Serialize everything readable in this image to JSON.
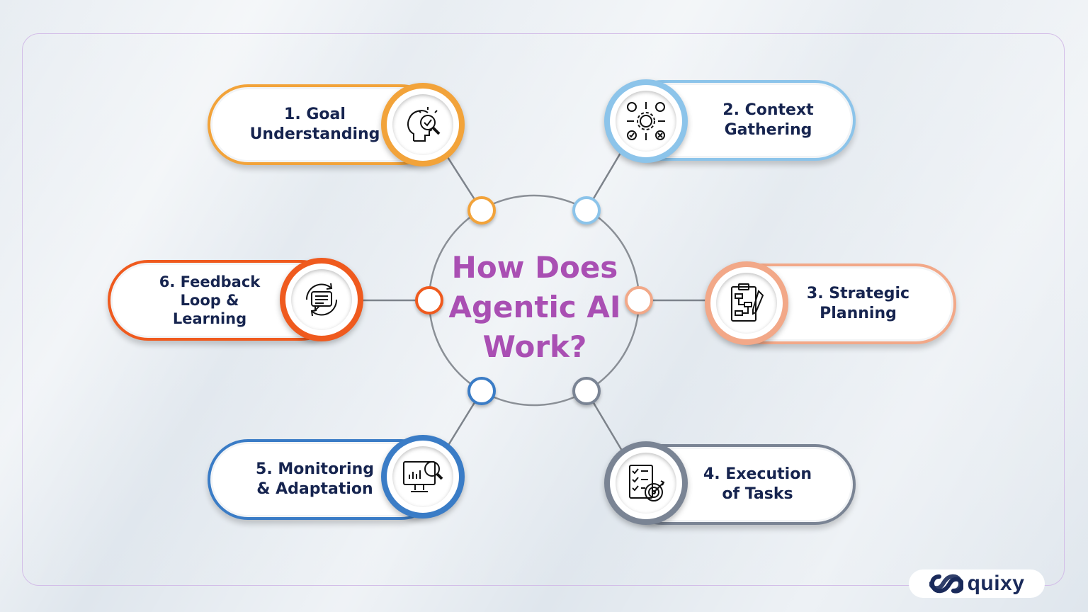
{
  "title": "How Does\nAgentic AI\nWork?",
  "colors": {
    "title": "#a94fb3",
    "text": "#16244f",
    "frame": "#d3bde8",
    "step1": "#f2a33a",
    "step2": "#8cc4ea",
    "step3": "#f2a888",
    "step4": "#7a8494",
    "step5": "#3a7cc6",
    "step6": "#ef5a1e"
  },
  "steps": [
    {
      "label": "1. Goal\nUnderstanding",
      "icon": "head-magnifier-check-icon"
    },
    {
      "label": "2. Context\nGathering",
      "icon": "gear-network-icon"
    },
    {
      "label": "3. Strategic\nPlanning",
      "icon": "clipboard-flowchart-icon"
    },
    {
      "label": "4. Execution\nof Tasks",
      "icon": "checklist-target-icon"
    },
    {
      "label": "5. Monitoring\n& Adaptation",
      "icon": "monitor-chart-magnifier-icon"
    },
    {
      "label": "6. Feedback\nLoop &\nLearning",
      "icon": "chat-loop-icon"
    }
  ],
  "brand": {
    "name": "quixy",
    "icon": "quixy-logo-icon"
  }
}
